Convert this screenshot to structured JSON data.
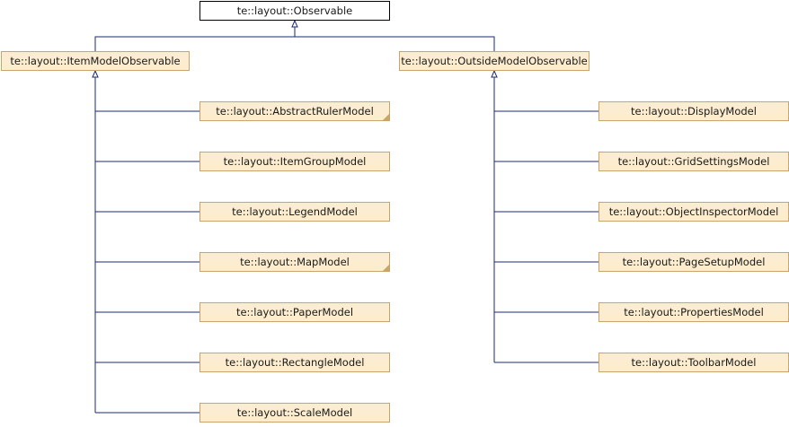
{
  "root": {
    "label": "te::layout::Observable"
  },
  "left_group": {
    "parent": {
      "label": "te::layout::ItemModelObservable"
    },
    "children": [
      {
        "label": "te::layout::AbstractRulerModel",
        "truncated": true
      },
      {
        "label": "te::layout::ItemGroupModel",
        "truncated": false
      },
      {
        "label": "te::layout::LegendModel",
        "truncated": false
      },
      {
        "label": "te::layout::MapModel",
        "truncated": true
      },
      {
        "label": "te::layout::PaperModel",
        "truncated": false
      },
      {
        "label": "te::layout::RectangleModel",
        "truncated": false
      },
      {
        "label": "te::layout::ScaleModel",
        "truncated": false
      }
    ]
  },
  "right_group": {
    "parent": {
      "label": "te::layout::OutsideModelObservable"
    },
    "children": [
      {
        "label": "te::layout::DisplayModel",
        "truncated": false
      },
      {
        "label": "te::layout::GridSettingsModel",
        "truncated": false
      },
      {
        "label": "te::layout::ObjectInspectorModel",
        "truncated": false
      },
      {
        "label": "te::layout::PageSetupModel",
        "truncated": false
      },
      {
        "label": "te::layout::PropertiesModel",
        "truncated": false
      },
      {
        "label": "te::layout::ToolbarModel",
        "truncated": false
      }
    ]
  },
  "colors": {
    "node_fill": "#fdedd0",
    "node_border": "#c9a56b",
    "edge": "#1a2a73",
    "root_border": "#000000"
  }
}
